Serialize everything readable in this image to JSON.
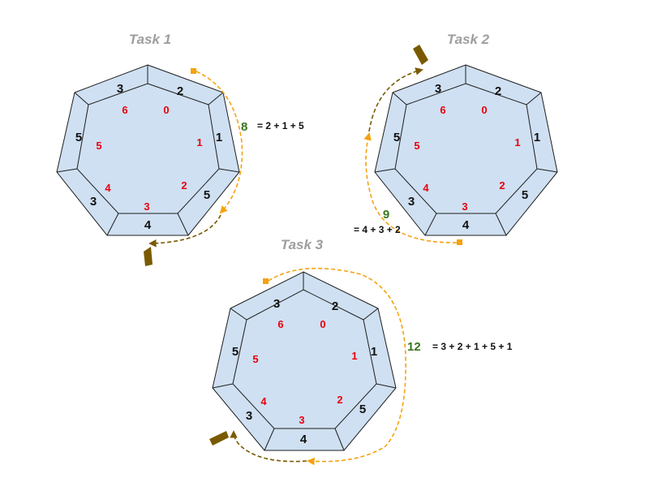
{
  "colors": {
    "fill": "#cfe0f2",
    "stroke": "#1f1f1f",
    "inner_label": "#e8000b",
    "outer_label": "#111111",
    "total": "#38761d",
    "title": "#9e9e9e",
    "path_orange": "#f5a20f",
    "path_dark": "#7a5a00"
  },
  "tasks": [
    {
      "title": "Task 1",
      "outer_labels": [
        "2",
        "1",
        "5",
        "4",
        "3",
        "5",
        "3"
      ],
      "inner_labels": [
        "0",
        "1",
        "2",
        "3",
        "4",
        "5",
        "6"
      ],
      "total": "8",
      "formula": "= 2 + 1 + 5"
    },
    {
      "title": "Task 2",
      "outer_labels": [
        "2",
        "1",
        "5",
        "4",
        "3",
        "5",
        "3"
      ],
      "inner_labels": [
        "0",
        "1",
        "2",
        "3",
        "4",
        "5",
        "6"
      ],
      "total": "9",
      "formula": "= 4 + 3 + 2"
    },
    {
      "title": "Task 3",
      "outer_labels": [
        "2",
        "1",
        "5",
        "4",
        "3",
        "5",
        "3"
      ],
      "inner_labels": [
        "0",
        "1",
        "2",
        "3",
        "4",
        "5",
        "6"
      ],
      "total": "12",
      "formula": "= 3 + 2 + 1 + 5 + 1"
    }
  ]
}
